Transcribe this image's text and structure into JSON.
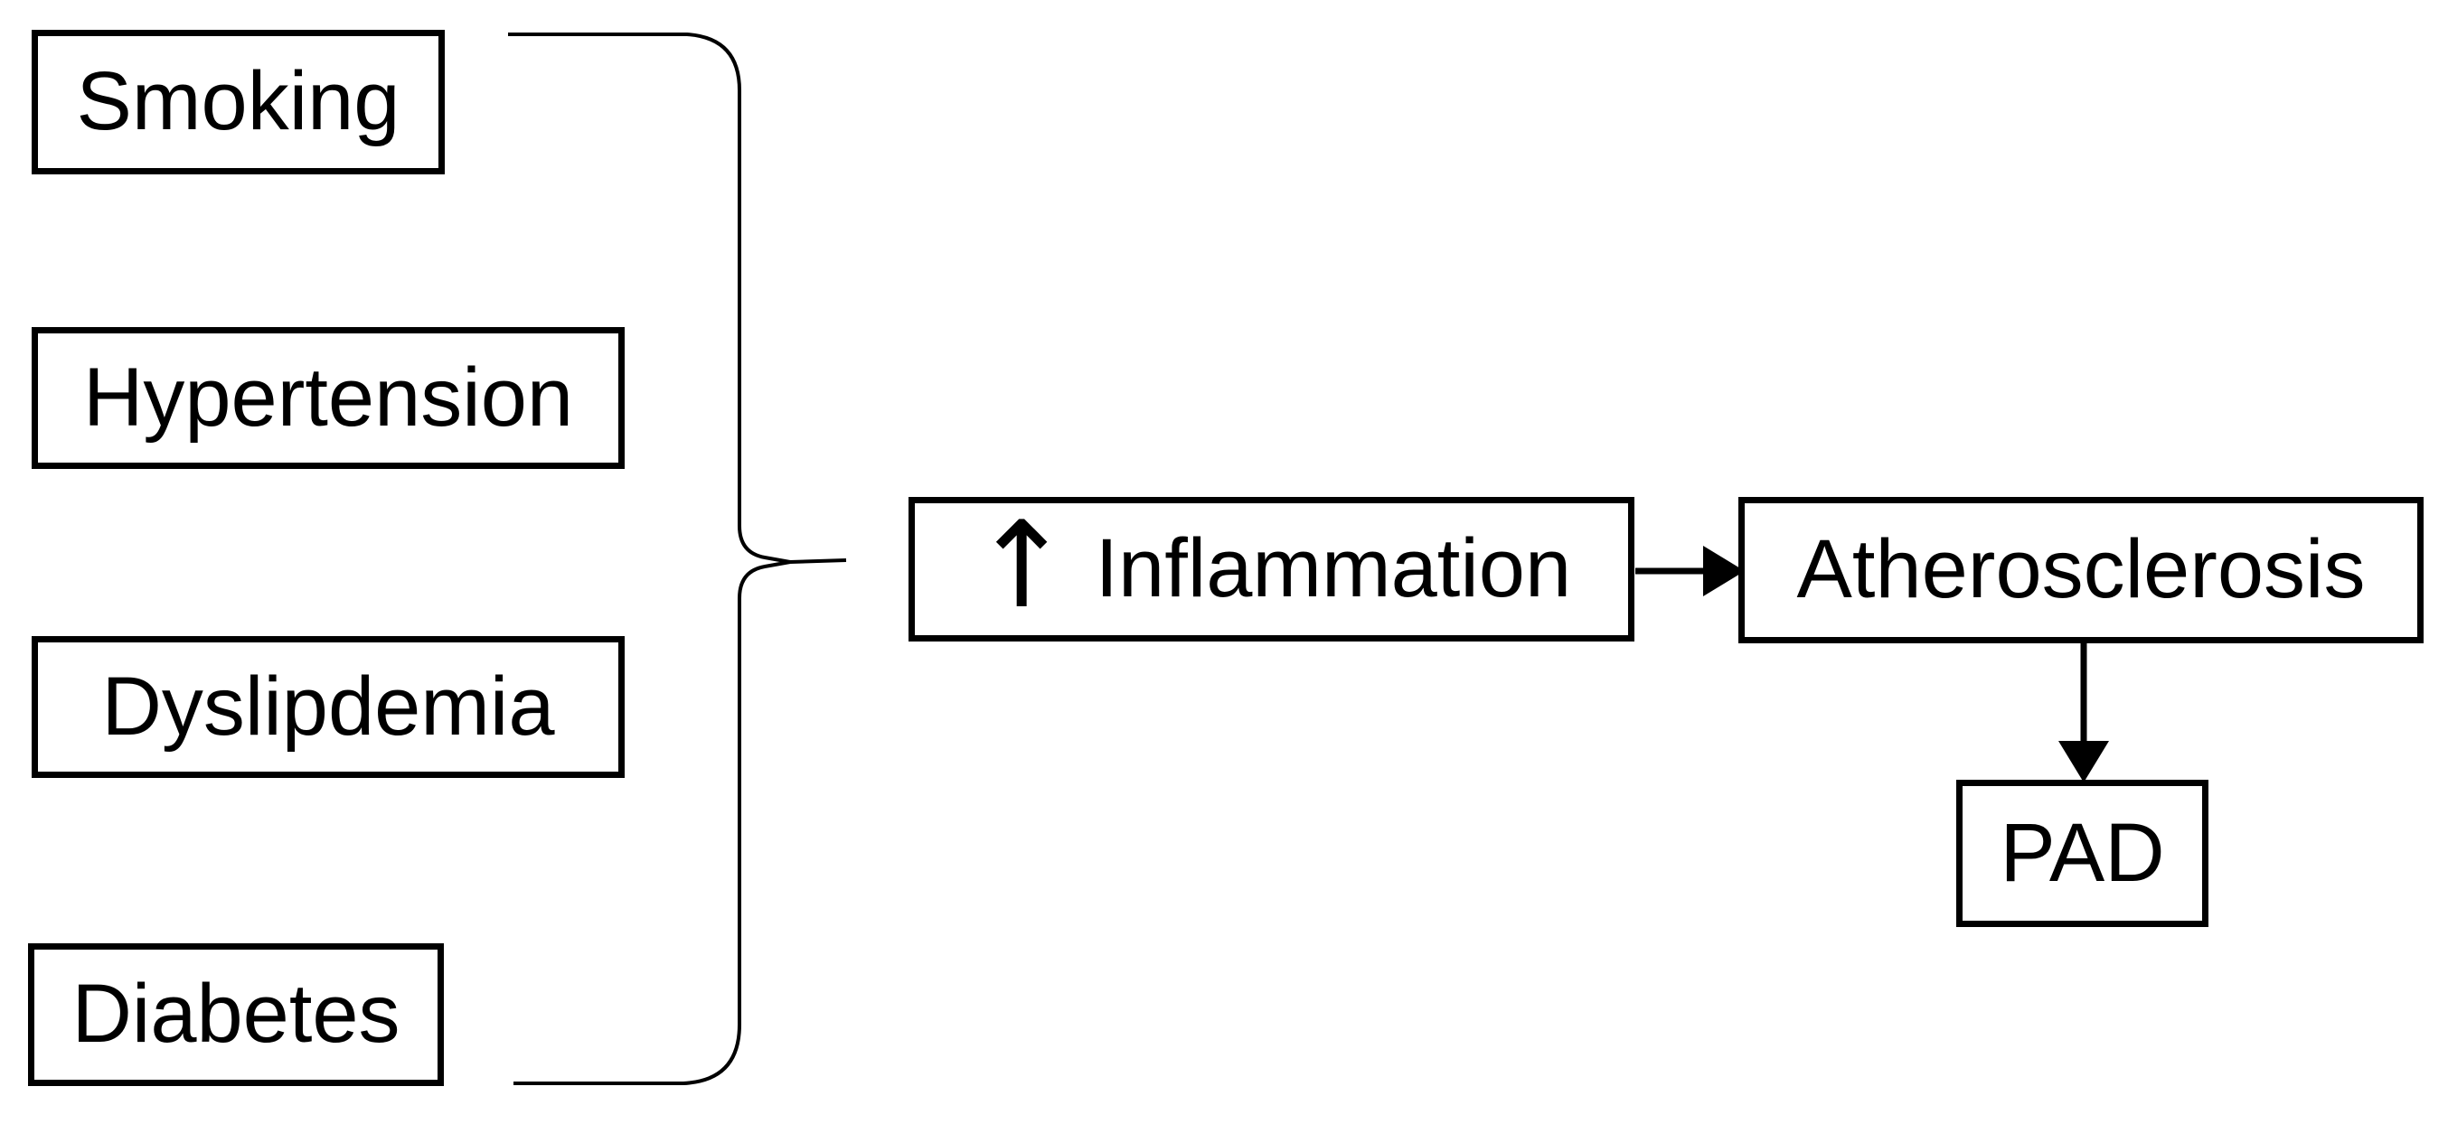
{
  "diagram": {
    "background_color": "#ffffff",
    "line_color": "#000000",
    "risk_factor_boxes": [
      {
        "label": "Smoking"
      },
      {
        "label": "Hypertension"
      },
      {
        "label": "Dyslipdemia"
      },
      {
        "label": "Diabetes"
      }
    ],
    "inflammation_box": {
      "arrow_symbol": "↑",
      "label": "Inflammation"
    },
    "atherosclerosis_box": {
      "label": "Atherosclerosis"
    },
    "pad_box": {
      "label": "PAD"
    }
  }
}
